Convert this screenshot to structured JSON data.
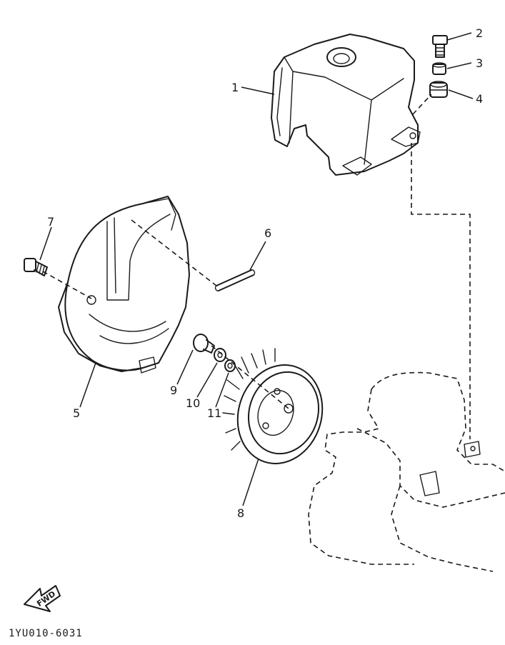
{
  "diagram": {
    "callouts": [
      {
        "id": "1",
        "label": "1",
        "part": "air-shroud-upper"
      },
      {
        "id": "2",
        "label": "2",
        "part": "bolt"
      },
      {
        "id": "3",
        "label": "3",
        "part": "collar"
      },
      {
        "id": "4",
        "label": "4",
        "part": "grommet"
      },
      {
        "id": "5",
        "label": "5",
        "part": "fan-housing"
      },
      {
        "id": "6",
        "label": "6",
        "part": "pin"
      },
      {
        "id": "7",
        "label": "7",
        "part": "bolt"
      },
      {
        "id": "8",
        "label": "8",
        "part": "flywheel-fan"
      },
      {
        "id": "9",
        "label": "9",
        "part": "nut"
      },
      {
        "id": "10",
        "label": "10",
        "part": "washer"
      },
      {
        "id": "11",
        "label": "11",
        "part": "lock-washer"
      }
    ],
    "direction_label": "FWD",
    "figure_code": "1YU010-6031"
  }
}
